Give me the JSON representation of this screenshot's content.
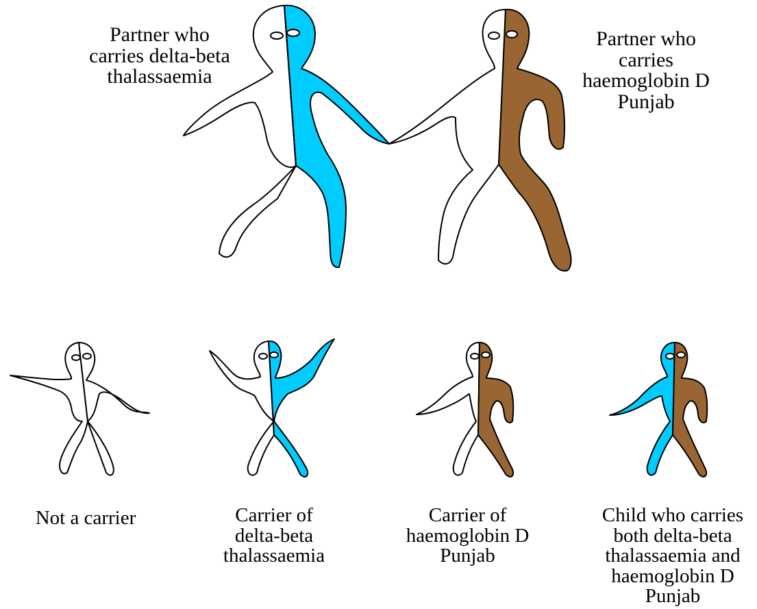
{
  "colors": {
    "delta_beta": "#00ccff",
    "hb_d_punjab": "#996633",
    "non_carrier": "#ffffff",
    "outline": "#000000"
  },
  "parents": {
    "left": {
      "label": "Partner who\ncarries delta-beta\nthalassaemia",
      "left_half": "non_carrier",
      "right_half": "delta_beta"
    },
    "right": {
      "label": "Partner who\ncarries\nhaemoglobin D\nPunjab",
      "left_half": "non_carrier",
      "right_half": "hb_d_punjab"
    }
  },
  "children": [
    {
      "label": "Not a carrier",
      "left_half": "non_carrier",
      "right_half": "non_carrier"
    },
    {
      "label": "Carrier of\ndelta-beta\nthalassaemia",
      "left_half": "non_carrier",
      "right_half": "delta_beta"
    },
    {
      "label": "Carrier of\nhaemoglobin D\nPunjab",
      "left_half": "non_carrier",
      "right_half": "hb_d_punjab"
    },
    {
      "label": "Child who carries\nboth delta-beta\nthalassaemia and\nhaemoglobin D\nPunjab",
      "left_half": "delta_beta",
      "right_half": "hb_d_punjab"
    }
  ]
}
